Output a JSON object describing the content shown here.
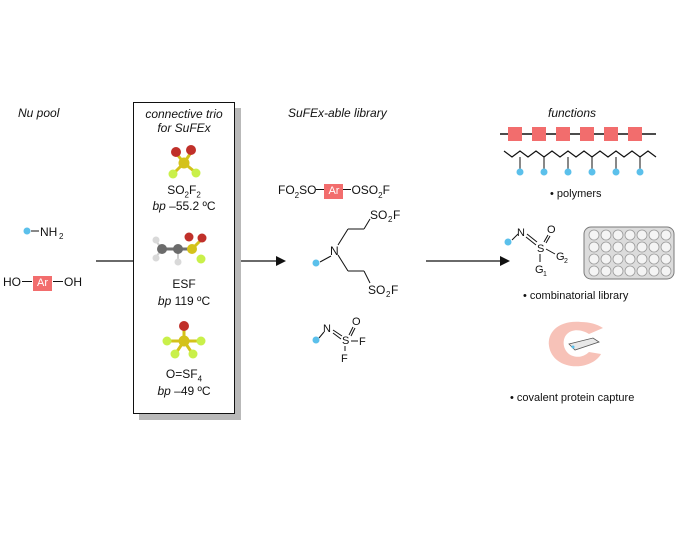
{
  "headers": {
    "nu_pool": "Nu pool",
    "trio_line1": "connective trio",
    "trio_line2": "for SuFEx",
    "library": "SuFEx-able library",
    "functions": "functions"
  },
  "nu_pool": {
    "amine": "NH",
    "amine_sub": "2",
    "phenol_left": "HO",
    "phenol_right": "OH",
    "ar": "Ar"
  },
  "trio": [
    {
      "formula_main": "SO",
      "formula_sub1": "2",
      "formula_mid": "F",
      "formula_sub2": "2",
      "bp_label": "bp",
      "bp_value": "–55.2 ºC"
    },
    {
      "name": "ESF",
      "bp_label": "bp",
      "bp_value": "119 ºC"
    },
    {
      "formula_main": "O=SF",
      "formula_sub": "4",
      "bp_label": "bp",
      "bp_value": "–49 ºC"
    }
  ],
  "library": {
    "bis_left": "FO",
    "bis_left_sub": "2",
    "bis_left_end": "SO",
    "ar": "Ar",
    "bis_right": "OSO",
    "bis_right_sub": "2",
    "bis_right_end": "F",
    "n_label": "N",
    "so2f_a": "SO",
    "so2f_a_sub": "2",
    "so2f_a_end": "F",
    "so2f_b": "SO",
    "so2f_b_sub": "2",
    "so2f_b_end": "F",
    "sf_n": "N",
    "sf_s": "S",
    "sf_o": "O",
    "sf_f1": "F",
    "sf_f2": "F"
  },
  "functions": {
    "polymers": "• polymers",
    "comb_n": "N",
    "comb_s": "S",
    "comb_o": "O",
    "comb_g1": "G",
    "comb_g1_sub": "1",
    "comb_g2": "G",
    "comb_g2_sub": "2",
    "combinatorial": "• combinatorial library",
    "protein": "• covalent protein capture"
  },
  "colors": {
    "accent_red": "#f26d6d",
    "dot_blue": "#5bc0eb",
    "sulfur_yellow": "#d4c21a",
    "fluorine_green": "#c9f04a",
    "oxygen_red": "#c0302a",
    "carbon_gray": "#707070",
    "protein_pink": "#f7c2b8",
    "shadow_gray": "#b9b9b9"
  }
}
